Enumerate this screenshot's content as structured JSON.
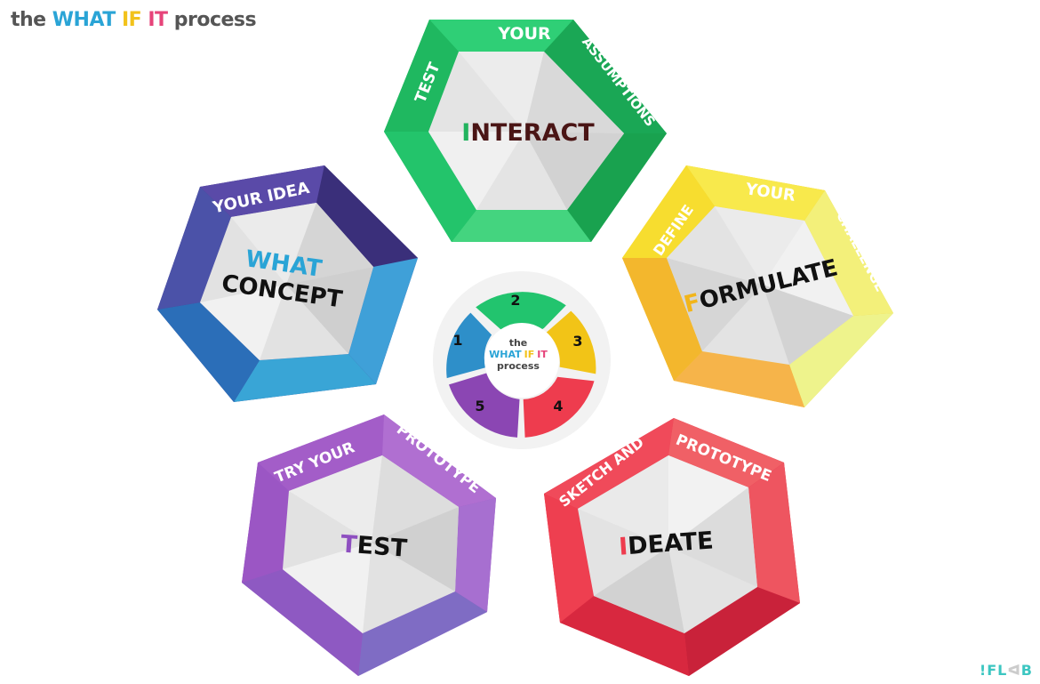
{
  "title": {
    "prefix": "the",
    "what": "WHAT",
    "if": "IF",
    "it": "IT",
    "suffix": "process",
    "colors": {
      "prefix": "#555555",
      "what": "#2aa4d6",
      "if": "#f2c21b",
      "it": "#e6447a",
      "suffix": "#555555"
    }
  },
  "brand": {
    "first": "!FL",
    "mark": "ᐊ",
    "last": "B",
    "color": "#3cc6c1",
    "mark_color": "#cccccc"
  },
  "center": {
    "line1": "the",
    "line2_what": "WHAT",
    "line2_if": "IF",
    "line2_it": "IT",
    "line3": "process",
    "segments": [
      {
        "number": "1",
        "color": "#2e8fc9"
      },
      {
        "number": "2",
        "color": "#22c46e"
      },
      {
        "number": "3",
        "color": "#f2c417"
      },
      {
        "number": "4",
        "color": "#ee3c4e"
      },
      {
        "number": "5",
        "color": "#8b46b3"
      }
    ]
  },
  "stages": [
    {
      "key": "concept",
      "title_top": "WHAT",
      "title_bottom": "CONCEPT",
      "title_top_color": "#2aa4d6",
      "title_bottom_color": "#111111",
      "rim_text": [
        "YOUR IDEA"
      ],
      "rim_colors": [
        "#4a3d8f",
        "#3c8fd0",
        "#3fa0d8",
        "#3a2f7a",
        "#5a4aa8",
        "#2b6eb8"
      ]
    },
    {
      "key": "interact",
      "first_letter": "I",
      "rest": "NTERACT",
      "first_letter_color": "#22b35e",
      "rest_color": "#4a1515",
      "rim_text": [
        "TEST",
        "YOUR",
        "ASSUMPTIONS"
      ],
      "rim_colors": [
        "#23c46b",
        "#19b85e",
        "#1aa755",
        "#44d47f",
        "#2fcf76",
        "#27bd65"
      ]
    },
    {
      "key": "formulate",
      "first_letter": "F",
      "rest": "ORMULATE",
      "first_letter_color": "#f2b51a",
      "rest_color": "#111111",
      "rim_text": [
        "DEFINE",
        "YOUR",
        "CHALLENGE"
      ],
      "rim_colors": [
        "#f7dd2f",
        "#f8e94c",
        "#f3f07a",
        "#f6c34a",
        "#f3b72d",
        "#f0cd2a"
      ]
    },
    {
      "key": "test",
      "first_letter": "T",
      "rest": "EST",
      "first_letter_color": "#8e4fc0",
      "rest_color": "#111111",
      "rim_text": [
        "TRY YOUR",
        "PROTOTYPE"
      ],
      "rim_colors": [
        "#9b56c4",
        "#a35dc8",
        "#b06fd1",
        "#7f6cc4",
        "#8e59c2",
        "#9a5ac6"
      ]
    },
    {
      "key": "ideate",
      "first_letter": "I",
      "rest": "DEATE",
      "first_letter_color": "#ee3c4e",
      "rest_color": "#111111",
      "rim_text": [
        "SKETCH AND",
        "PROTOTYPE"
      ],
      "rim_colors": [
        "#f04a5a",
        "#ee3f50",
        "#ee5560",
        "#d8283f",
        "#e1334a",
        "#f06066"
      ]
    }
  ]
}
